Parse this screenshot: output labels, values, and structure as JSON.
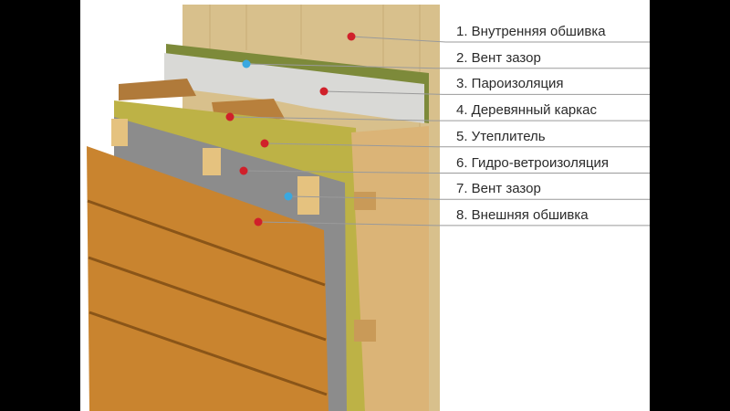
{
  "title": "Wall layer diagram",
  "labels": [
    {
      "text": "1. Внутренняя обшивка",
      "dot_color": "#d0202a"
    },
    {
      "text": "2. Вент зазор",
      "dot_color": "#3aa8e0"
    },
    {
      "text": "3. Пароизоляция",
      "dot_color": "#d0202a"
    },
    {
      "text": "4. Деревянный каркас",
      "dot_color": "#d0202a"
    },
    {
      "text": "5. Утеплитель",
      "dot_color": "#d0202a"
    },
    {
      "text": "6. Гидро-ветроизоляция",
      "dot_color": "#d0202a"
    },
    {
      "text": "7. Вент зазор",
      "dot_color": "#3aa8e0"
    },
    {
      "text": "8. Внешняя обшивка",
      "dot_color": "#d0202a"
    }
  ]
}
